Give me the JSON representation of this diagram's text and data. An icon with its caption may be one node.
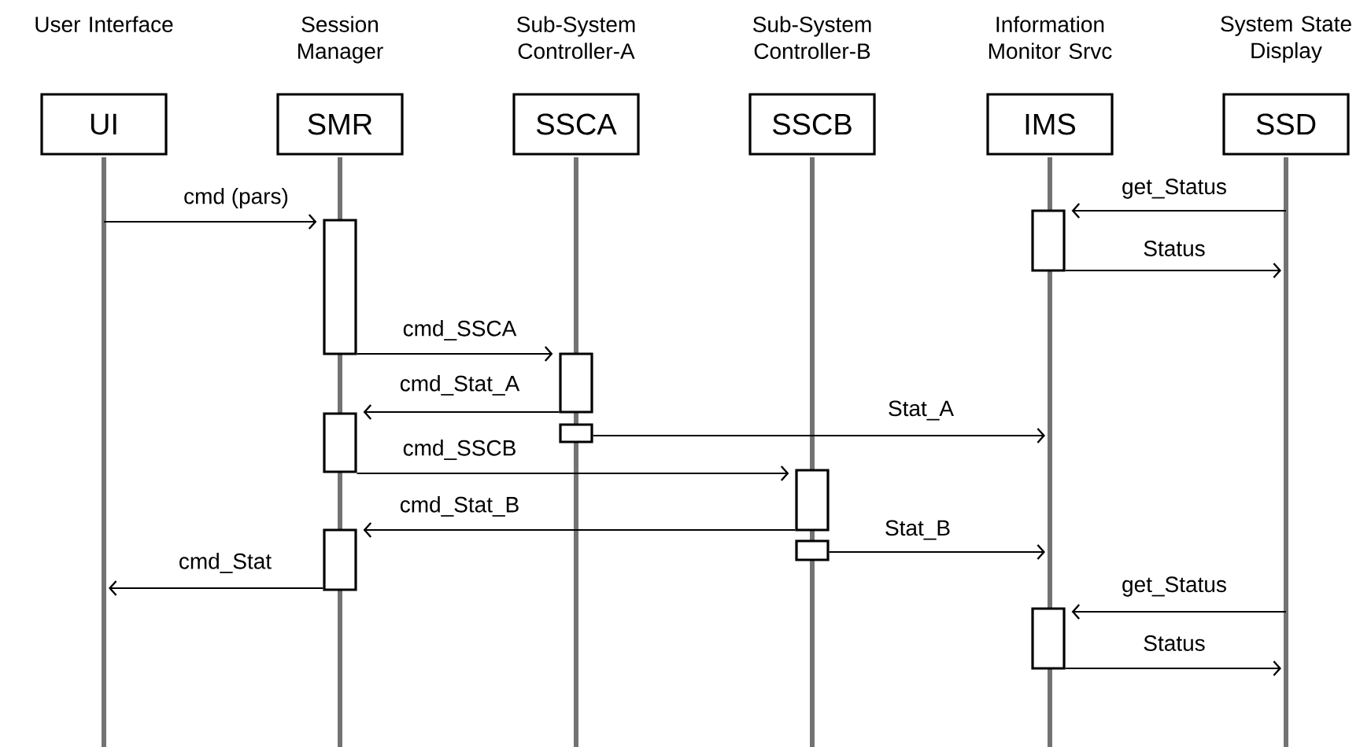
{
  "diagram": {
    "nodes": [
      {
        "text": [
          "User Interface",
          "UI"
        ]
      },
      {
        "text": [
          "Session Manager",
          "SMR"
        ]
      },
      {
        "text": [
          "Sub-System Controller-A",
          "SSCA"
        ]
      },
      {
        "text": [
          "Sub-System Controller-B",
          "SSCB"
        ]
      },
      {
        "text": [
          "Information Monitor Srvc",
          "IMS"
        ]
      },
      {
        "text": [
          "System State Display",
          "SSD"
        ]
      },
      {
        "text": [],
        "shape": "bar",
        "in": 4
      },
      {
        "text": [],
        "shape": "bar",
        "in": 1
      },
      {
        "text": [],
        "shape": "bar",
        "in": 2
      },
      {
        "text": [],
        "shape": "bar",
        "in": 1
      },
      {
        "text": [],
        "shape": "bar",
        "in": 2
      },
      {
        "text": [],
        "shape": "bar",
        "in": 3
      },
      {
        "text": [],
        "shape": "bar",
        "in": 1
      },
      {
        "text": [],
        "shape": "bar",
        "in": 3
      },
      {
        "text": [],
        "shape": "bar",
        "in": 4
      }
    ],
    "edges": [
      {
        "from": 0,
        "to": 7,
        "arrow": "to",
        "label": "cmd (pars)"
      },
      {
        "from": 5,
        "to": 6,
        "arrow": "to",
        "label": "get_Status"
      },
      {
        "from": 6,
        "to": 5,
        "arrow": "to",
        "label": "Status"
      },
      {
        "from": 7,
        "to": 8,
        "arrow": "to",
        "label": "cmd_SSCA"
      },
      {
        "from": 8,
        "to": 9,
        "arrow": "to",
        "label": "cmd_Stat_A"
      },
      {
        "from": 10,
        "to": 4,
        "arrow": "to",
        "label": "Stat_A"
      },
      {
        "from": 9,
        "to": 11,
        "arrow": "to",
        "label": "cmd_SSCB"
      },
      {
        "from": 11,
        "to": 12,
        "arrow": "to",
        "label": "cmd_Stat_B"
      },
      {
        "from": 13,
        "to": 4,
        "arrow": "to",
        "label": "Stat_B"
      },
      {
        "from": 12,
        "to": 0,
        "arrow": "to",
        "label": "cmd_Stat"
      },
      {
        "from": 5,
        "to": 14,
        "arrow": "to",
        "label": "get_Status"
      },
      {
        "from": 14,
        "to": 5,
        "arrow": "to",
        "label": "Status"
      }
    ]
  }
}
